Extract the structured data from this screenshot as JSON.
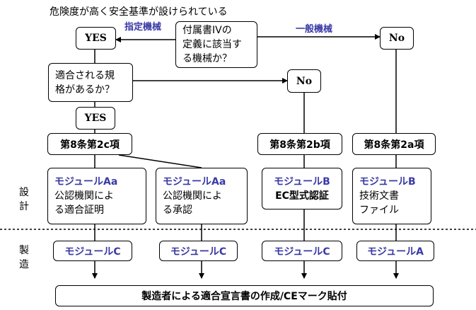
{
  "top_caption": "危険度が高く安全基準が設けられている",
  "question1": {
    "lines": [
      "付属書IVの",
      "定義に該当す",
      "る機械か？"
    ]
  },
  "branch_left_label": "指定機械",
  "branch_right_label": "一般機械",
  "yes1": "YES",
  "no1": "No",
  "question2": {
    "lines": [
      "適合される規",
      "格があるか？"
    ]
  },
  "no2": "No",
  "yes2": "YES",
  "articles": [
    "第8条第2c項",
    "第8条第2b項",
    "第8条第2a項"
  ],
  "modules_design": [
    {
      "title": "モジュールAa",
      "lines": [
        "公認機関によ",
        "る適合証明"
      ]
    },
    {
      "title": "モジュールAa",
      "lines": [
        "公認機関によ",
        "る承認"
      ]
    },
    {
      "title": "モジュールB",
      "lines": [
        "EC型式認証"
      ]
    },
    {
      "title": "モジュールB",
      "lines": [
        "技術文書",
        "ファイル"
      ]
    }
  ],
  "side_labels": {
    "design": [
      "設",
      "計"
    ],
    "manufacture": [
      "製",
      "造"
    ]
  },
  "modules_manufacture": [
    "モジュールC",
    "モジュールC",
    "モジュールC",
    "モジュールA"
  ],
  "final_box": "製造者による適合宣言書の作成/CEマーク貼付",
  "colors": {
    "accent_blue": "#3a3aa6",
    "line": "#000000"
  }
}
